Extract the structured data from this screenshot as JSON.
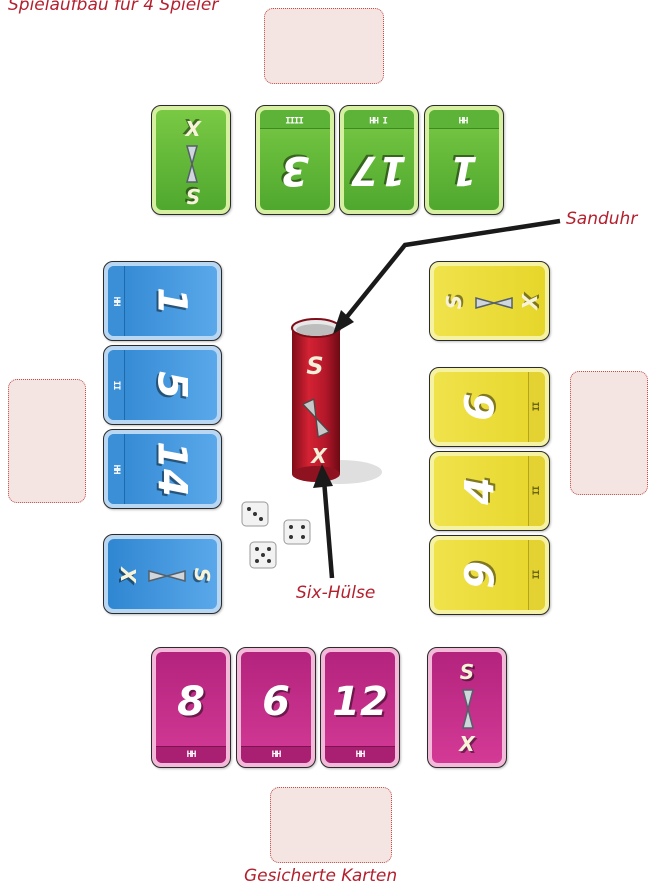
{
  "texts": {
    "title": "Spielaufbau für 4 Spieler",
    "sanduhr": "Sanduhr",
    "six_huelse": "Six-Hülse",
    "gesicherte": "Gesicherte Karten"
  },
  "cards": {
    "green": [
      {
        "value": "",
        "tally": "",
        "kind": "six"
      },
      {
        "value": "3",
        "tally": "IIII"
      },
      {
        "value": "17",
        "tally": "I HH"
      },
      {
        "value": "1",
        "tally": "HH"
      }
    ],
    "blue": [
      {
        "value": "1",
        "tally": "HH"
      },
      {
        "value": "5",
        "tally": "II"
      },
      {
        "value": "14",
        "tally": "HH"
      },
      {
        "value": "",
        "tally": "",
        "kind": "six"
      }
    ],
    "yellow": [
      {
        "value": "",
        "tally": "",
        "kind": "six"
      },
      {
        "value": "6",
        "tally": "II"
      },
      {
        "value": "4",
        "tally": "II"
      },
      {
        "value": "9",
        "tally": "II"
      }
    ],
    "pink": [
      {
        "value": "8",
        "tally": "HH"
      },
      {
        "value": "6",
        "tally": "HH"
      },
      {
        "value": "12",
        "tally": "HH"
      },
      {
        "value": "",
        "tally": "",
        "kind": "six"
      }
    ]
  },
  "tube_letters": {
    "top": "S",
    "bottom": "X"
  },
  "six_card_letters": {
    "s": "S",
    "x": "X"
  },
  "colors": {
    "caption": "#b3202e",
    "green": "#4fa82e",
    "blue": "#2f86d1",
    "yellow": "#e6d62a",
    "pink": "#c02d87",
    "tube": "#c0182a"
  }
}
